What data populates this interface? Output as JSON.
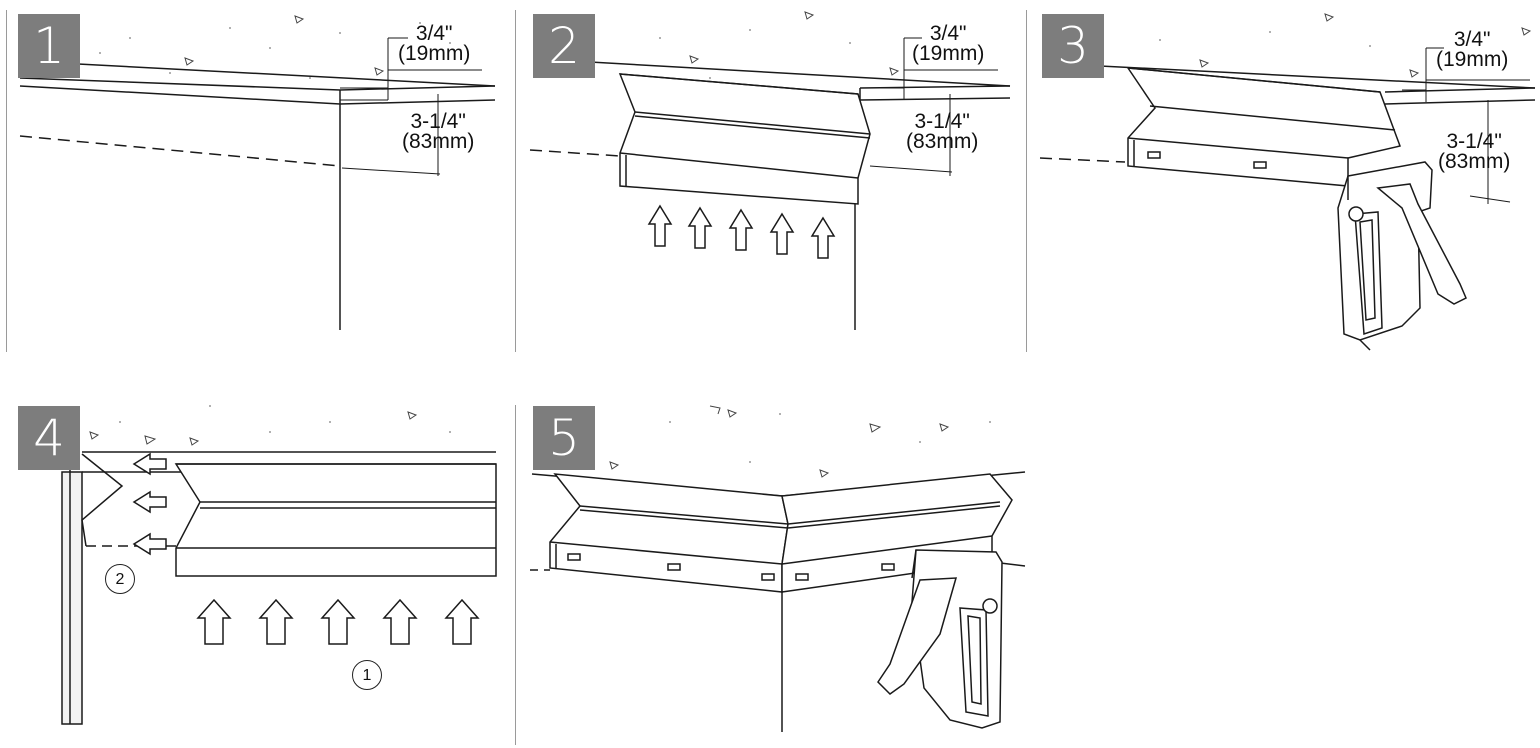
{
  "steps": [
    {
      "label": "1"
    },
    {
      "label": "2"
    },
    {
      "label": "3"
    },
    {
      "label": "4"
    },
    {
      "label": "5"
    }
  ],
  "dimensions": {
    "top_fraction": "3/4\"",
    "top_metric": "(19mm)",
    "depth_fraction": "3-1/4\"",
    "depth_metric": "(83mm)"
  },
  "callouts": {
    "push_up": "1",
    "push_in": "2"
  },
  "colors": {
    "badge": "#7d7d7d",
    "line": "#1a1a1a",
    "ceiling_fill": "#fafafa"
  },
  "icons": [
    "arrow-up-icon",
    "arrow-left-icon",
    "stapler-icon"
  ]
}
